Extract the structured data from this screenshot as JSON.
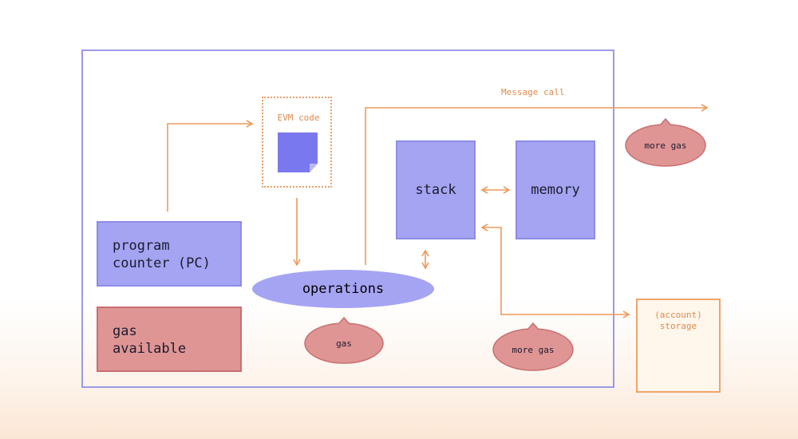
{
  "nodes": {
    "evm_code": "EVM code",
    "program_counter": "program\ncounter (PC)",
    "gas_available": "gas\navailable",
    "stack": "stack",
    "memory": "memory",
    "operations": "operations",
    "storage": "(account)\nstorage"
  },
  "edges": {
    "message_call": "Message call"
  },
  "bubbles": {
    "gas": "gas",
    "more_gas_storage": "more gas",
    "more_gas_message": "more gas"
  },
  "colors": {
    "blue_fill": "#a5a4f3",
    "red_fill": "#e09595",
    "orange_line": "#ee9a5c",
    "frame": "#9b9ae6"
  }
}
